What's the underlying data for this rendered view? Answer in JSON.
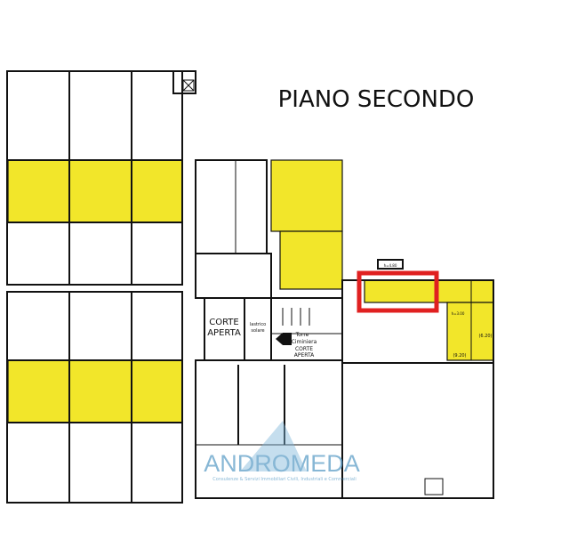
{
  "title": "PIANO SECONDO",
  "labels": {
    "corte_aperta_1": [
      "CORTE",
      "APERTA"
    ],
    "lastrico": [
      "lastrico",
      "solare"
    ],
    "torre": [
      "Torre",
      "Ciminiera"
    ],
    "corte_aperta_2": [
      "CORTE",
      "APERTA"
    ],
    "height_1": "h=4.80",
    "height_2": "h=3.00",
    "level_1": "(6.20)",
    "level_2": "(9.20)"
  },
  "logo": {
    "name": "ANDROMEDA",
    "tagline": "Consulenze & Servizi Immobiliari Civili, Industriali e Commerciali"
  },
  "colors": {
    "highlight_area": "#f2e62a",
    "selection_box": "#e02020",
    "logo": "#5f9fc8"
  }
}
